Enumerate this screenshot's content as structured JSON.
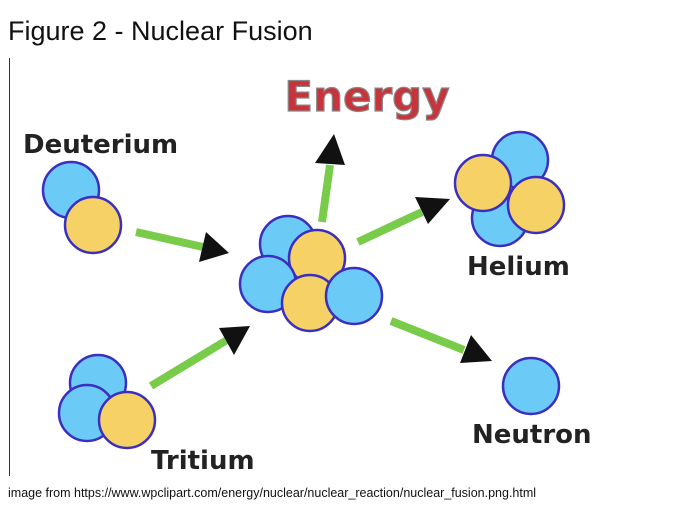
{
  "figure": {
    "title": "Figure 2 - Nuclear Fusion",
    "caption": "image from https://www.wpclipart.com/energy/nuclear/nuclear_reaction/nuclear_fusion.png.html"
  },
  "diagram": {
    "labels": {
      "energy": "Energy",
      "deuterium": "Deuterium",
      "tritium": "Tritium",
      "helium": "Helium",
      "neutron": "Neutron"
    }
  },
  "colors": {
    "proton": "#6ccaf7",
    "neutron_particle": "#f5d166",
    "particle_outline": "#3a2fc0",
    "arrow_shaft": "#78cc4a",
    "arrow_head": "#111111",
    "energy_fill": "#c8343b",
    "energy_outline": "#888888"
  }
}
